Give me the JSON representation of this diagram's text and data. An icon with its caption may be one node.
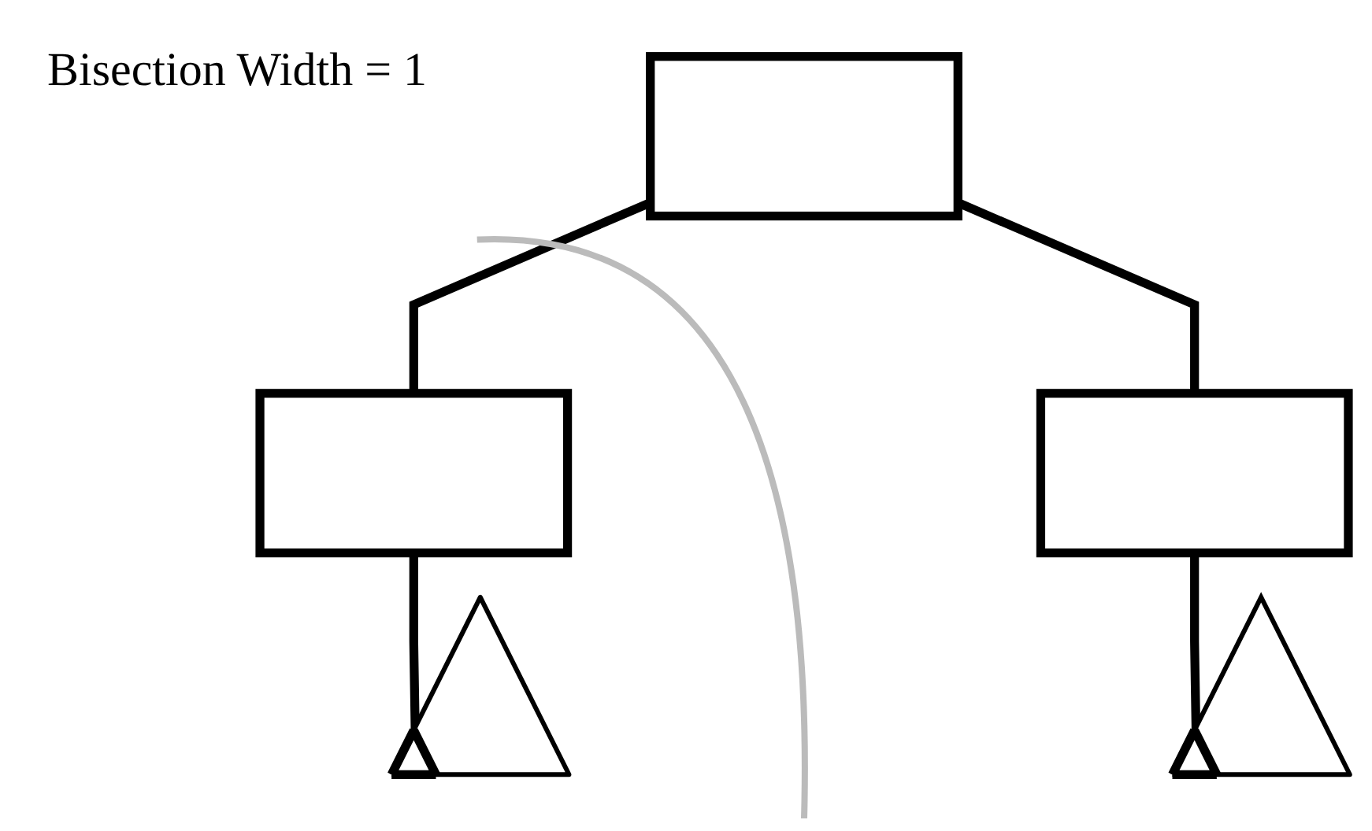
{
  "diagram": {
    "nodes": [
      {
        "text": [],
        "shape": "box"
      },
      {
        "text": [],
        "shape": "box"
      },
      {
        "text": [],
        "shape": "box"
      },
      {
        "text": [],
        "shape": "triangle"
      },
      {
        "text": [],
        "shape": "triangle"
      }
    ],
    "edges": [
      {
        "from": 0,
        "to": 1,
        "arrow": "none"
      },
      {
        "from": 0,
        "to": 2,
        "arrow": "none"
      },
      {
        "from": 1,
        "to": 3,
        "arrow": "none"
      },
      {
        "from": 2,
        "to": 4,
        "arrow": "none"
      }
    ],
    "labels": [
      "Bisection Width = 1"
    ]
  }
}
